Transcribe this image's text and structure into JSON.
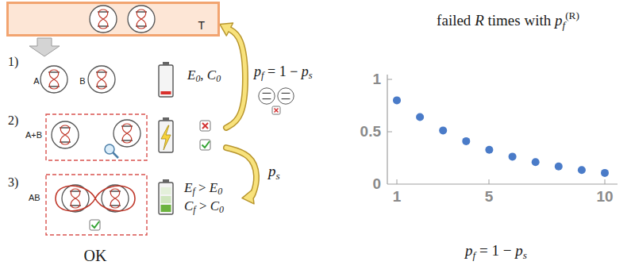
{
  "diagram": {
    "nodes": [
      {
        "text": [
          "T"
        ]
      },
      {
        "text": [
          "A+B"
        ]
      },
      {
        "text": [
          "AB"
        ]
      }
    ],
    "edges": [
      {
        "from": 1,
        "to": 0,
        "arrow": "to",
        "label": "pf = 1 − ps"
      },
      {
        "from": 1,
        "to": 2,
        "arrow": "to",
        "label": "ps"
      }
    ],
    "labels": [
      "1)",
      "A",
      "B",
      "E0, C0",
      "2)",
      "3)",
      "Ef > E0",
      "Cf > C0",
      "OK",
      "failed R times with pf(R)",
      "1",
      "0.5",
      "0",
      "1",
      "5",
      "10",
      "pf = 1 − ps"
    ]
  }
}
